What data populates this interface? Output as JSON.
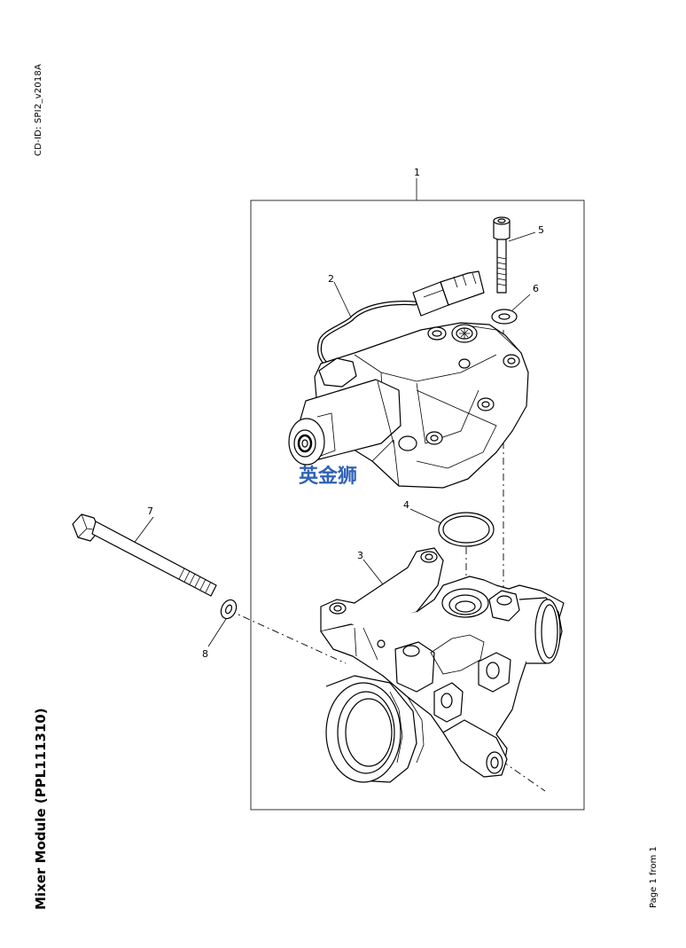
{
  "side_labels": {
    "cd_id": "CD-ID: SPI2_v2018A",
    "title": "Mixer Module (PPL111310)",
    "page": "Page 1 from 1"
  },
  "watermark": {
    "text": "英金狮",
    "color": "#2f62b4"
  },
  "callouts": [
    "1",
    "2",
    "3",
    "4",
    "5",
    "6",
    "7",
    "8"
  ]
}
